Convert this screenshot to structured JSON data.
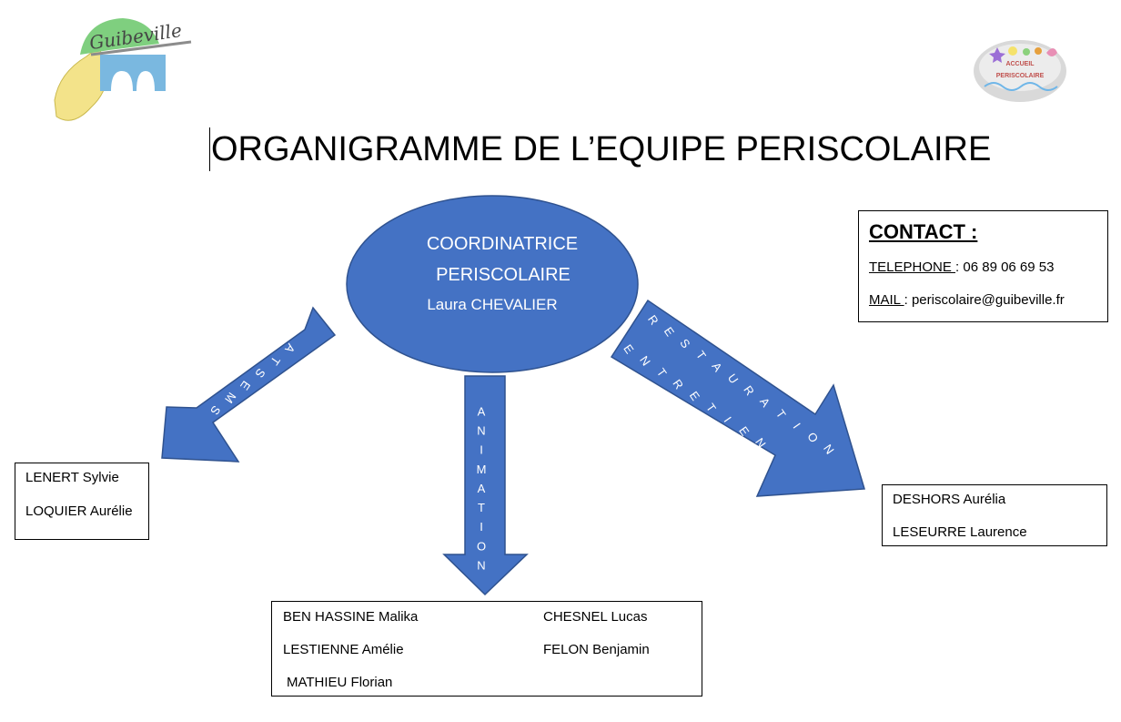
{
  "title": "ORGANIGRAMME DE L’EQUIPE PERISCOLAIRE",
  "logos": {
    "left": "Guibeville",
    "right_line1": "ACCUEIL",
    "right_line2": "PERISCOLAIRE"
  },
  "center": {
    "line1": "COORDINATRICE",
    "line2": "PERISCOLAIRE",
    "name": "Laura CHEVALIER"
  },
  "arrows": {
    "left": "ATSEMS",
    "down": "ANIMATION",
    "right_outer": "RESTAURATION",
    "right_inner": "ENTRETIEN"
  },
  "contact": {
    "heading": "CONTACT :",
    "phone_label": "TELEPHONE ",
    "phone_sep": ": ",
    "phone": "06 89 06 69 53",
    "mail_label": "MAIL ",
    "mail_sep": ": ",
    "mail": "periscolaire@guibeville.fr"
  },
  "atsems": [
    "LENERT Sylvie",
    "LOQUIER Aurélie"
  ],
  "animation": [
    "BEN HASSINE Malika",
    "LESTIENNE Amélie",
    "MATHIEU Florian",
    "CHESNEL Lucas",
    "FELON Benjamin"
  ],
  "restauration": [
    "DESHORS Aurélia",
    "LESEURRE Laurence"
  ],
  "colors": {
    "shape_fill": "#4472c4",
    "shape_stroke": "#2f528f",
    "logo_green": "#7fcf7f",
    "logo_yellow": "#f3e38a",
    "logo_blue": "#7ab8e0",
    "logo_gray": "#8c8c8c"
  }
}
